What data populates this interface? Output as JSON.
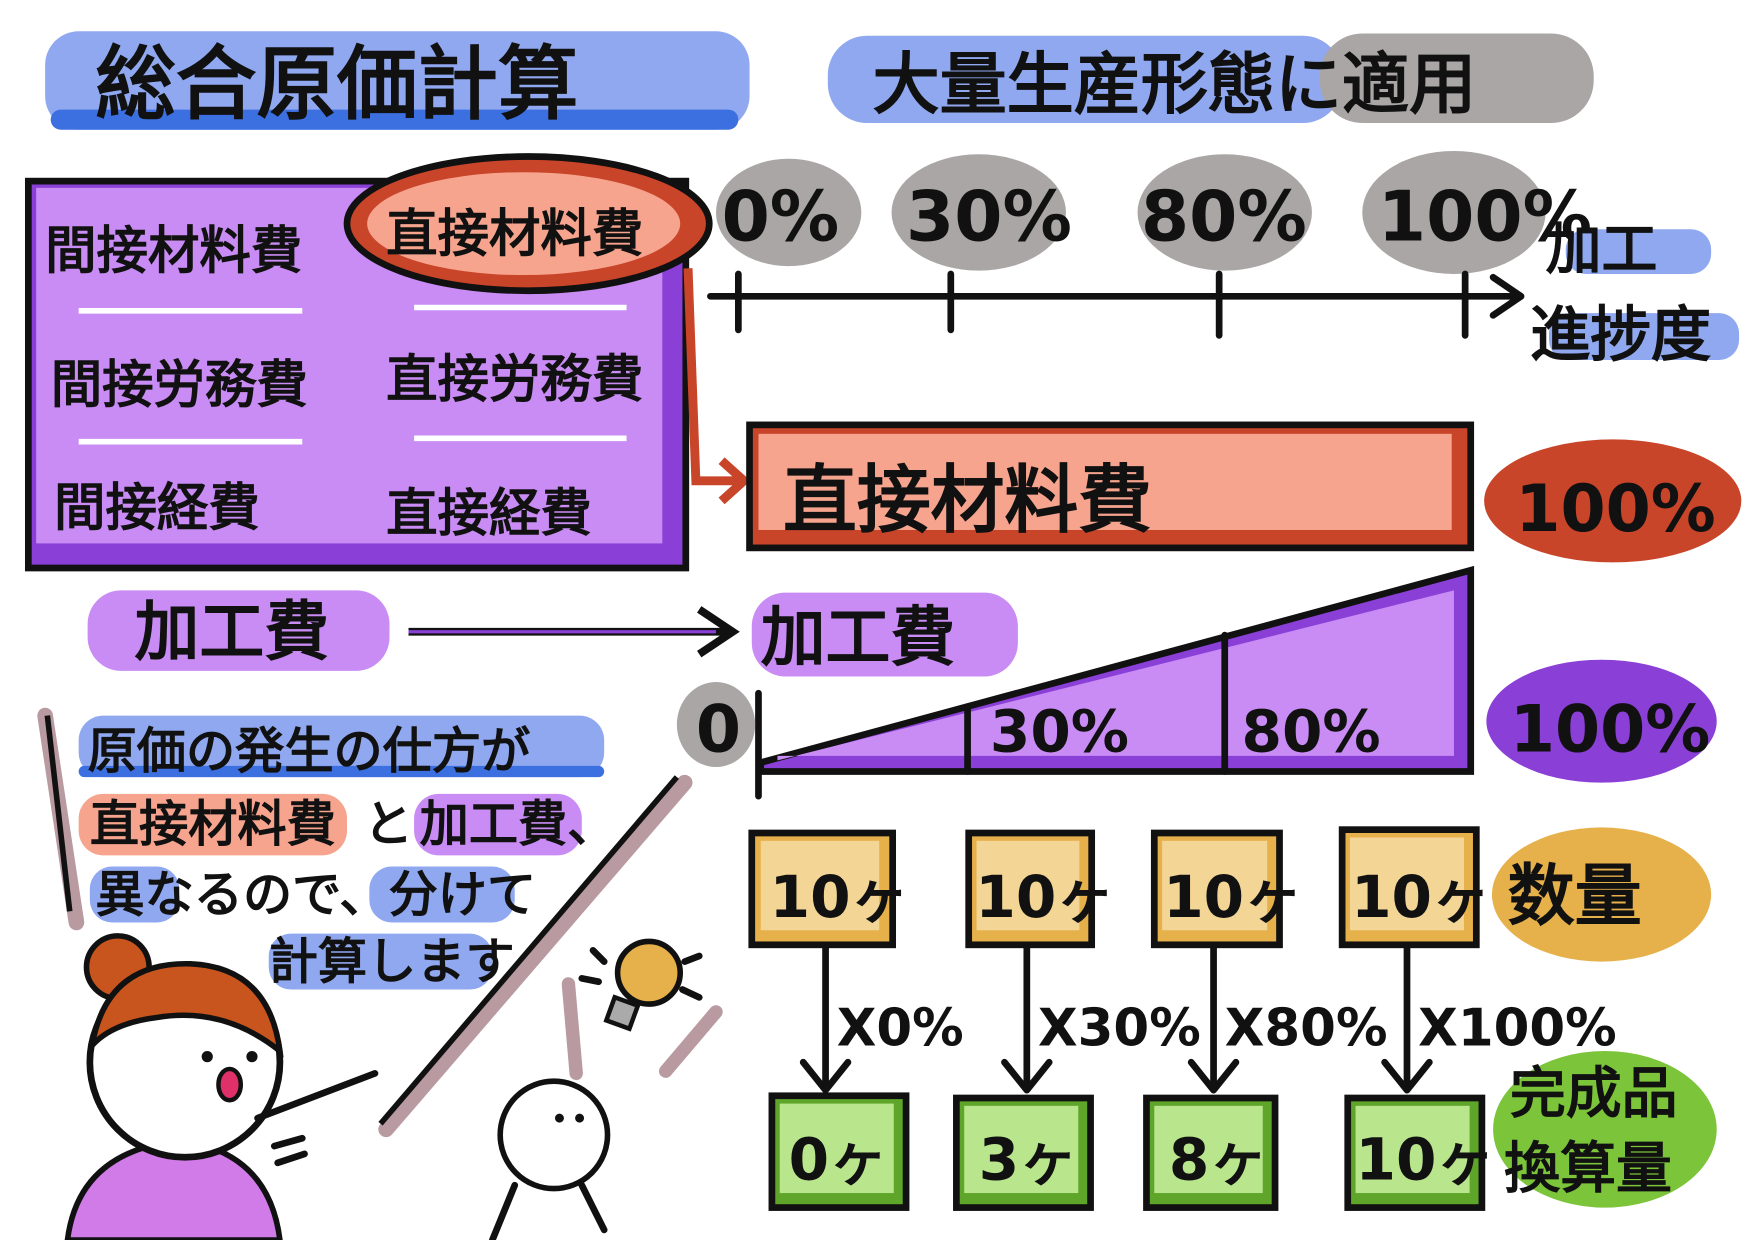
{
  "title": "総合原価計算",
  "subtitle": "大量生産形態に適用",
  "cost_items": {
    "indirect_material": "間接材料費",
    "direct_material": "直接材料費",
    "indirect_labor": "間接労務費",
    "direct_labor": "直接労務費",
    "indirect_expense": "間接経費",
    "direct_expense": "直接経費"
  },
  "progress_axis": {
    "label_line1": "加工",
    "label_line2": "進捗度",
    "ticks": [
      "0%",
      "30%",
      "80%",
      "100%"
    ]
  },
  "material_bar": {
    "label": "直接材料費",
    "rate": "100%"
  },
  "processing": {
    "left_label": "加工費",
    "right_label": "加工費",
    "start": "0",
    "segments": [
      "30%",
      "80%"
    ],
    "rate": "100%"
  },
  "quantity": {
    "label": "数量",
    "values": [
      "10ヶ",
      "10ヶ",
      "10ヶ",
      "10ヶ"
    ],
    "multipliers": [
      "X0%",
      "X30%",
      "X80%",
      "X100%"
    ]
  },
  "equivalent": {
    "label_line1": "完成品",
    "label_line2": "換算量",
    "values": [
      "0ヶ",
      "3ヶ",
      "8ヶ",
      "10ヶ"
    ]
  },
  "note": {
    "line1": "原価の発生の仕方が",
    "line2a": "直接材料費",
    "line2b": "と",
    "line2c": "加工費、",
    "line3": "異なるので、分けて",
    "line4": "計算します"
  },
  "colors": {
    "blue_highlight": "#8fa8f0",
    "purple": "#8a3fd6",
    "purple_light": "#c98cf5",
    "red": "#c8452a",
    "salmon": "#f7a48e",
    "gray": "#aaa6a6",
    "yellow": "#e6b04a",
    "green": "#7cc43a"
  }
}
